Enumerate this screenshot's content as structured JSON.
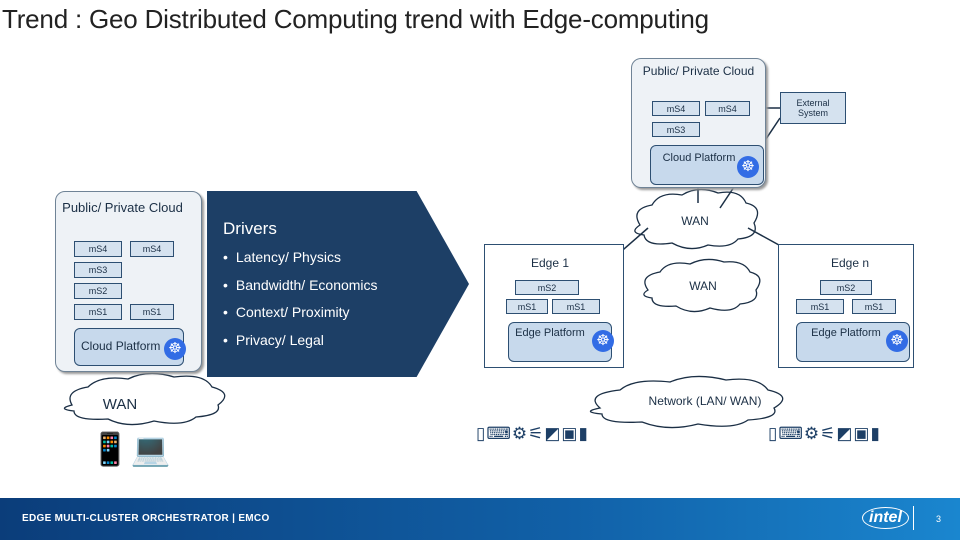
{
  "slide": {
    "title": "Trend : Geo Distributed Computing trend with Edge-computing",
    "page_number": "3",
    "footer_text": "EDGE MULTI-CLUSTER ORCHESTRATOR  |  EMCO",
    "logo_text": "intel"
  },
  "left_cluster": {
    "title": "Public/ Private Cloud",
    "ms_labels": [
      "mS4",
      "mS4",
      "mS3",
      "mS2",
      "mS1",
      "mS1"
    ],
    "platform": "Cloud Platform",
    "wan": "WAN"
  },
  "drivers": {
    "heading": "Drivers",
    "items": [
      "Latency/ Physics",
      "Bandwidth/ Economics",
      "Context/ Proximity",
      "Privacy/ Legal"
    ]
  },
  "top_cluster": {
    "title": "Public/ Private Cloud",
    "ms_labels": [
      "mS4",
      "mS4",
      "mS3"
    ],
    "platform": "Cloud Platform",
    "external": "External System"
  },
  "wan_top": "WAN",
  "wan_mid": "WAN",
  "edge1": {
    "title": "Edge 1",
    "ms_labels": [
      "mS2",
      "mS1",
      "mS1"
    ],
    "platform": "Edge Platform"
  },
  "edgen": {
    "title": "Edge n",
    "ms_labels": [
      "mS2",
      "mS1",
      "mS1"
    ],
    "platform": "Edge Platform"
  },
  "network": "Network (LAN/ WAN)",
  "colors": {
    "navy": "#1d3f66",
    "footer": "#0b3d7a",
    "kube": "#326ce5",
    "platform": "#c7d9ec"
  }
}
